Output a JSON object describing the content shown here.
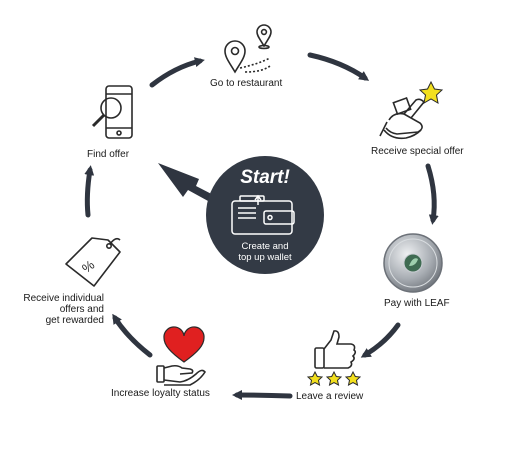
{
  "center": {
    "title": "Start!",
    "subtitle_line1": "Create and",
    "subtitle_line2": "top up wallet",
    "icon": "wallet-icon",
    "color": "#333a45"
  },
  "steps": [
    {
      "label": "Go to restaurant",
      "icon": "map-pin-route-icon"
    },
    {
      "label": "Receive special offer",
      "icon": "gift-star-icon"
    },
    {
      "label": "Pay with LEAF",
      "icon": "leaf-coin-icon"
    },
    {
      "label": "Leave a review",
      "icon": "thumbs-up-stars-icon"
    },
    {
      "label": "Increase loyalty status",
      "icon": "heart-hand-icon"
    },
    {
      "label_line1": "Receive individual",
      "label_line2": "offers and",
      "label_line3": "get rewarded",
      "icon": "percent-tag-icon"
    },
    {
      "label": "Find offer",
      "icon": "phone-search-icon"
    }
  ],
  "colors": {
    "arrow": "#2f3540",
    "star": "#f2df1e",
    "heart": "#e02020",
    "coin": "#9aa0a6"
  }
}
